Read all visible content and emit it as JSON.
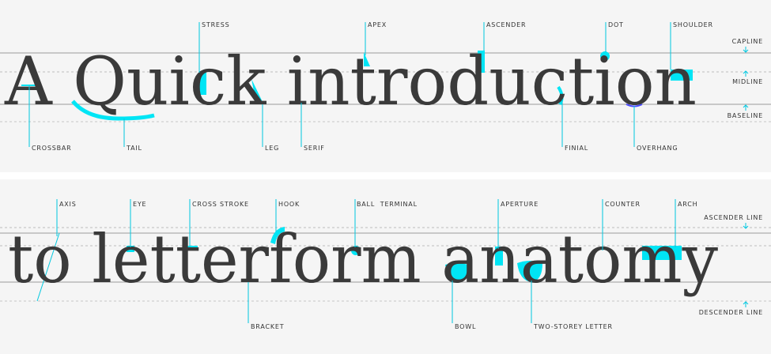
{
  "colors": {
    "background": "#f5f5f5",
    "text": "#3a3a3a",
    "accent": "#00e5f5",
    "guide": "#888888"
  },
  "panel1": {
    "headline": "A Quick introduction",
    "top_labels": {
      "stress": "STRESS",
      "apex": "APEX",
      "ascender": "ASCENDER",
      "dot": "DOT",
      "shoulder": "SHOULDER"
    },
    "bottom_labels": {
      "crossbar": "CROSSBAR",
      "tail": "TAIL",
      "leg": "LEG",
      "serif": "SERIF",
      "finial": "FINIAL",
      "overhang": "OVERHANG"
    },
    "guide_lines": {
      "capline": "CAPLINE",
      "midline": "MIDLINE",
      "baseline": "BASELINE"
    }
  },
  "panel2": {
    "headline": "to letterform anatomy",
    "top_labels": {
      "axis": "AXIS",
      "eye": "EYE",
      "cross_stroke": "CROSS STROKE",
      "hook": "HOOK",
      "ball_terminal": "BALL  TERMINAL",
      "aperture": "APERTURE",
      "counter": "COUNTER",
      "arch": "ARCH"
    },
    "bottom_labels": {
      "bracket": "BRACKET",
      "bowl": "BOWL",
      "two_storey": "TWO-STOREY LETTER"
    },
    "guide_lines": {
      "ascender_line": "ASCENDER LINE",
      "descender_line": "DESCENDER LINE"
    }
  }
}
